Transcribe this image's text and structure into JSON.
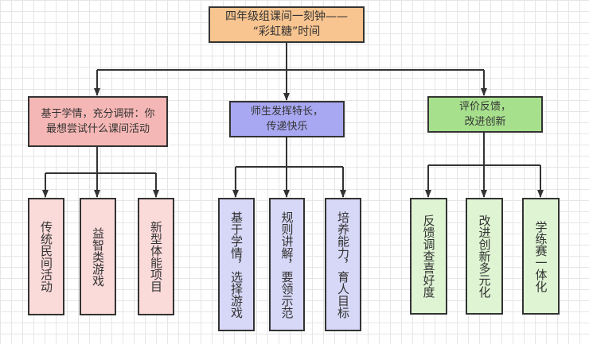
{
  "title": "四年级组课间一刻钟—— “彩虹糖”时间",
  "root": {
    "line1": "四年级组课间一刻钟——",
    "line2": "“彩虹糖”时间",
    "color": "#f8c48f"
  },
  "branches": [
    {
      "line1": "基于学情，充分调研：你",
      "line2": "最想尝试什么课间活动",
      "color": "#f5b7b5",
      "child_color": "#fbdada",
      "children": [
        "传统民间活动",
        "益智类游戏",
        "新型体能项目"
      ]
    },
    {
      "line1": "师生发挥特长，",
      "line2": "传递快乐",
      "color": "#a8a8f2",
      "child_color": "#d7d7f7",
      "children": [
        "基于学情，选择游戏",
        "规则讲解，要领示范",
        "培养能力，育人目标"
      ]
    },
    {
      "line1": "评价反馈，",
      "line2": "改进创新",
      "color": "#a7e08d",
      "child_color": "#def4d3",
      "children": [
        "反馈调查喜好度",
        "改进创新多元化",
        "学练赛一体化"
      ]
    }
  ]
}
